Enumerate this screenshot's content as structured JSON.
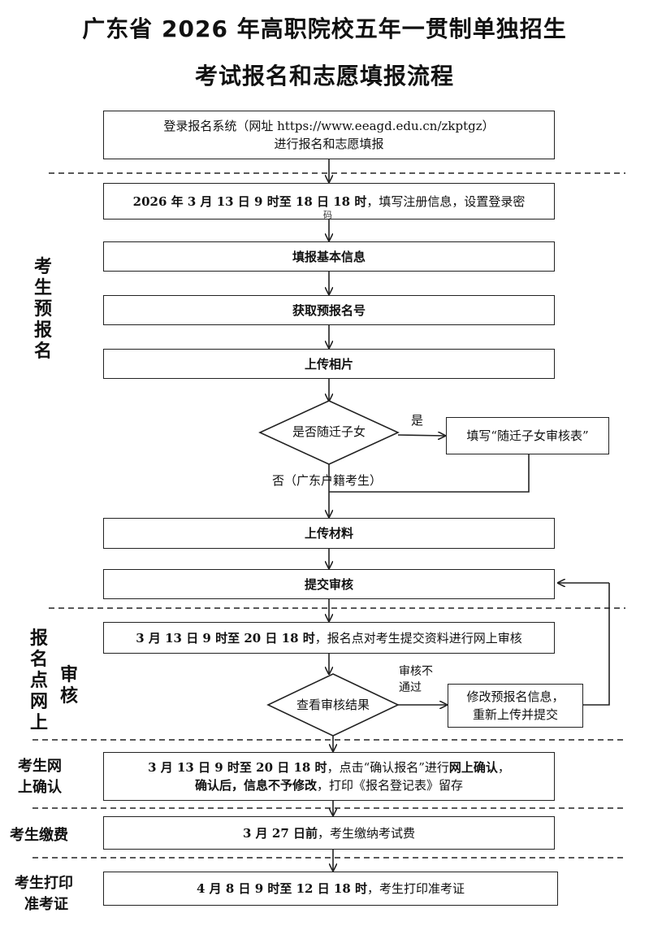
{
  "title_line1": "广东省 2026 年高职院校五年一贯制单独招生",
  "title_line2": "考试报名和志愿填报流程",
  "login": {
    "line1": "登录报名系统（网址 https://www.eeagd.edu.cn/zkptgz）",
    "line2": "进行报名和志愿填报"
  },
  "register": {
    "bold": "2026 年 3 月 13 日 9 时至 18 日 18 时",
    "text": "，填写注册信息，设置登录密"
  },
  "register_overflow": "码",
  "steps": {
    "basic_info": "填报基本信息",
    "get_number": "获取预报名号",
    "upload_photo": "上传相片",
    "upload_material": "上传材料",
    "submit_review": "提交审核"
  },
  "decision_migrant": {
    "question": "是否随迁子女",
    "yes": "是",
    "yes_action": "填写“随迁子女审核表”",
    "no": "否（广东户籍考生）"
  },
  "review_period": {
    "bold": "3 月 13 日 9 时至 20 日 18 时",
    "text": "，报名点对考生提交资料进行网上审核"
  },
  "decision_review": {
    "question": "查看审核结果",
    "fail_label_1": "审核不",
    "fail_label_2": "通过",
    "fail_action_1": "修改预报名信息，",
    "fail_action_2": "重新上传并提交"
  },
  "confirm": {
    "bold1": "3 月 13 日 9 时至 20 日 18 时",
    "text1": "，点击“确认报名”进行",
    "bold2": "网上确认",
    "text2": "，",
    "line2a": "确认后，",
    "line2b": "信息不予修改",
    "line2c": "，打印《报名登记表》留存"
  },
  "fee": {
    "bold": "3 月 27 日前",
    "text": "，考生缴纳考试费"
  },
  "ticket": {
    "bold": "4 月 8 日 9 时至 12 日 18 时",
    "text": "，考生打印准考证"
  },
  "sections": {
    "pre_register": "考生预报名",
    "site_review_a": "报名点网上",
    "site_review_b": "审核",
    "online_confirm_1": "考生网",
    "online_confirm_2": "上确认",
    "pay_fee": "考生缴费",
    "print_ticket_1": "考生打印",
    "print_ticket_2": "准考证"
  }
}
